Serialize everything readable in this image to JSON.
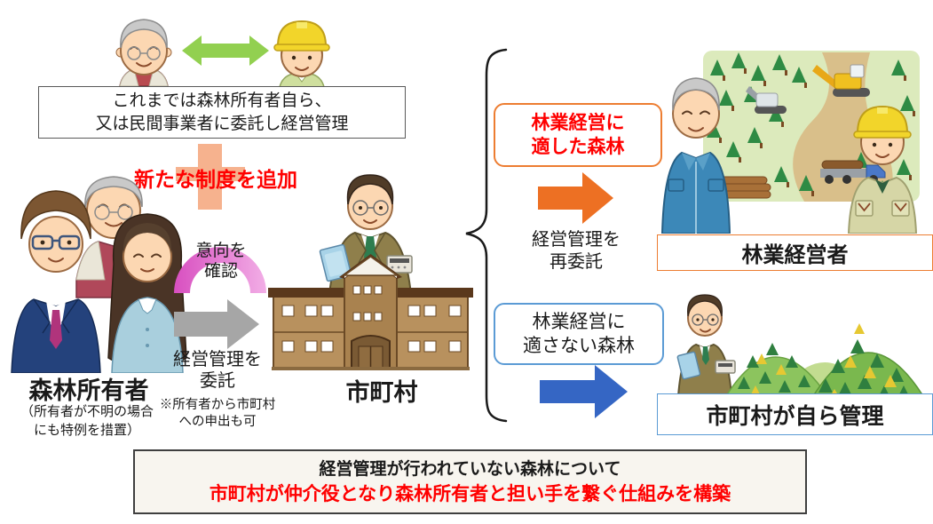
{
  "legacy": {
    "line1": "これまでは森林所有者自ら、",
    "line2": "又は民間事業者に委託し経営管理"
  },
  "new_system_label": "新たな制度を追加",
  "owners": {
    "title": "森林所有者",
    "note1": "（所有者が不明の場合",
    "note2": "にも特例を措置）"
  },
  "intention": {
    "line1": "意向を",
    "line2": "確認"
  },
  "entrust": {
    "line1": "経営管理を",
    "line2": "委託",
    "note1": "※所有者から市町村",
    "note2": "への申出も可"
  },
  "municipality": {
    "label": "市町村"
  },
  "suitable": {
    "line1": "林業経営に",
    "line2": "適した森林"
  },
  "reentrust": {
    "line1": "経営管理を",
    "line2": "再委託"
  },
  "operator": {
    "label": "林業経営者"
  },
  "unsuitable": {
    "line1": "林業経営に",
    "line2": "適さない森林"
  },
  "self_manage": {
    "label": "市町村が自ら管理"
  },
  "bottom": {
    "line1": "経営管理が行われていない森林について",
    "line2": "市町村が仲介役となり森林所有者と担い手を繋ぐ仕組みを構築"
  },
  "colors": {
    "accent_red": "#ff0000",
    "orange": "#ed7d31",
    "blue_arrow": "#3566c4",
    "blue_border": "#5b9bd5",
    "green_arrow": "#92d050",
    "gray_arrow": "#a6a6a6",
    "pink_arc": "#e06ccA",
    "salmon_plus": "#f6b28e"
  }
}
